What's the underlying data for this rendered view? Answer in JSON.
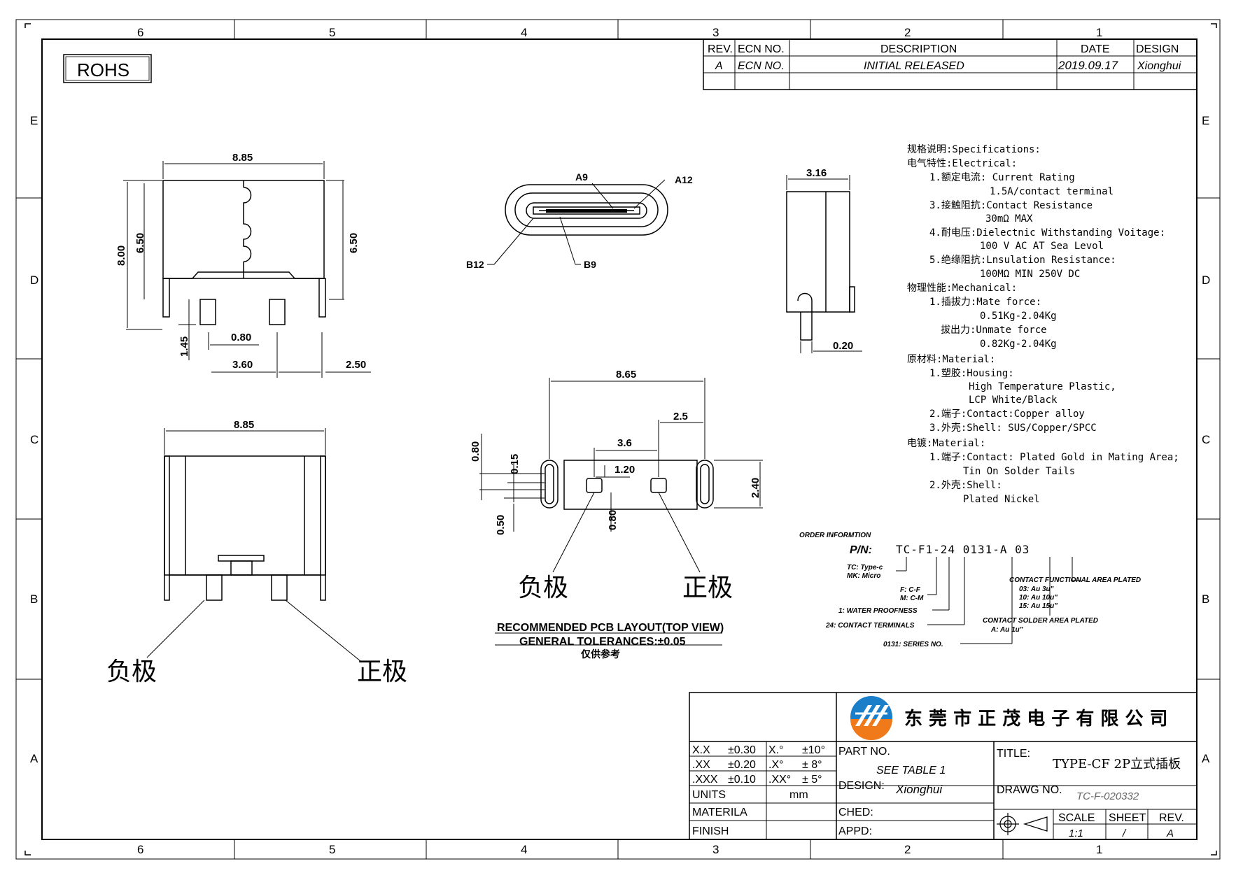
{
  "frame": {
    "col_labels": [
      "6",
      "5",
      "4",
      "3",
      "2",
      "1"
    ],
    "row_labels": [
      "E",
      "D",
      "C",
      "B",
      "A"
    ],
    "rohs": "ROHS"
  },
  "revision_table": {
    "headers": {
      "rev": "REV.",
      "ecn": "ECN  NO.",
      "desc": "DESCRIPTION",
      "date": "DATE",
      "design": "DESIGN"
    },
    "row": {
      "rev": "A",
      "ecn": "ECN  NO.",
      "desc": "INITIAL  RELEASED",
      "date": "2019.09.17",
      "design": "Xionghui"
    }
  },
  "top_view": {
    "width": "8.85",
    "h_outer": "8.00",
    "h_inner": "6.50",
    "h_right": "6.50",
    "pin_len": "1.45",
    "pin_w": "0.80",
    "pitch": "3.60",
    "offset": "2.50"
  },
  "bottom_view": {
    "width": "8.85",
    "minus": "负极",
    "plus": "正极"
  },
  "socket_view": {
    "a9": "A9",
    "a12": "A12",
    "b12": "B12",
    "b9": "B9"
  },
  "side_view": {
    "width": "3.16",
    "thick": "0.20"
  },
  "pcb_layout": {
    "d_overall": "8.65",
    "d_edge": "2.5",
    "d_pitch": "3.6",
    "d_pad": "1.20",
    "d_h": "2.40",
    "d_slot_w": "0.80",
    "d_slot_off": "0.15",
    "d_slot_b": "0.50",
    "d_pad_h": "0.80",
    "minus": "负极",
    "plus": "正极",
    "title": "RECOMMENDED  PCB  LAYOUT(TOP  VIEW)",
    "tol": "GENERAL  TOLERANCES:±0.05",
    "ref": "仅供参考"
  },
  "specs": [
    "规格说明:Specifications:",
    "电气特性:Electrical:",
    "1.额定电流: Current Rating",
    "1.5A/contact terminal",
    "3.接触阻抗:Contact Resistance",
    "30mΩ MAX",
    "4.耐电压:Dielectnic Withstanding Voitage:",
    "100 V AC AT Sea Levol",
    "5.绝缘阻抗:Lnsulation Resistance:",
    "100MΩ MIN 250V DC",
    "物理性能:Mechanical:",
    "1.插拔力:Mate force:",
    "0.51Kg-2.04Kg",
    "拔出力:Unmate force",
    "0.82Kg-2.04Kg",
    "原材料:Material:",
    "1.塑胶:Housing:",
    "High Temperature Plastic,",
    "LCP White/Black",
    "2.端子:Contact:Copper alloy",
    "3.外壳:Shell: SUS/Copper/SPCC",
    "电镀:Material:",
    "1.端子:Contact: Plated Gold in Mating Area;",
    "Tin On Solder Tails",
    "2.外壳:Shell:",
    "Plated Nickel"
  ],
  "order": {
    "title": "ORDER INFORMTION",
    "pn_label": "P/N:",
    "pn": "TC-F1-24 0131-A 03",
    "tc1": "TC: Type-c",
    "tc2": "MK: Micro",
    "f1": "F: C-F",
    "f2": "M: C-M",
    "water": "1:  WATER  PROOFNESS",
    "term": "24:  CONTACT  TERMINALS",
    "series": "0131:  SERIES  NO.",
    "func": "CONTACT  FUNCTIONAL  AREA  PLATED",
    "func1": "03:  Au  3u\"",
    "func2": "10:  Au  10u\"",
    "func3": "15:  Au  15u\"",
    "solder": "CONTACT  SOLDER  AREA  PLATED",
    "solder1": "A:  Au  1u\""
  },
  "title_block": {
    "company": "东 莞 市 正 茂 电 子 有 限 公 司",
    "tol_rows": [
      [
        "X.X",
        "±0.30",
        "X.°",
        "±10°"
      ],
      [
        ".XX",
        "±0.20",
        ".X°",
        "± 8°"
      ],
      [
        ".XXX",
        "±0.10",
        ".XX°",
        "± 5°"
      ]
    ],
    "units_label": "UNITS",
    "units": "mm",
    "materila": "MATERILA",
    "finish": "FINISH",
    "part_label": "PART  NO.",
    "part": "SEE  TABLE  1",
    "design_label": "DESIGN:",
    "designer": "Xionghui",
    "ched": "CHED:",
    "appd": "APPD:",
    "title_label": "TITLE:",
    "title": "TYPE-CF  2P立式插板",
    "drawg_label": "DRAWG  NO.",
    "drawg": "TC-F-020332",
    "scale_label": "SCALE",
    "scale": "1:1",
    "sheet_label": "SHEET",
    "sheet": "/",
    "rev_label": "REV.",
    "rev": "A"
  }
}
